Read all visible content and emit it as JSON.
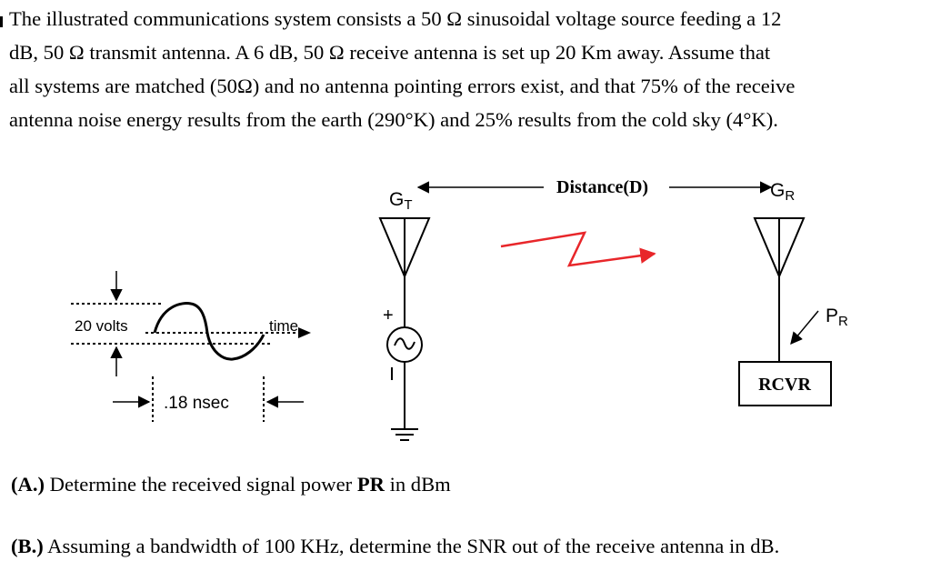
{
  "problem": {
    "lines": [
      "The illustrated communications system consists a 50 Ω sinusoidal voltage source feeding a 12",
      "dB, 50 Ω transmit antenna.  A 6 dB, 50 Ω receive antenna is set up 20 Km away.  Assume that",
      "all systems are matched (50Ω) and no antenna pointing errors exist, and that 75% of the receive",
      "antenna noise energy results from the earth (290°K) and 25% results from the cold sky (4°K)."
    ]
  },
  "figure": {
    "amplitude_label": "20 volts",
    "time_label": "time",
    "period_label": ".18 nsec",
    "gt_main": "G",
    "gt_sub": "T",
    "gr_main": "G",
    "gr_sub": "R",
    "distance_label": "Distance(D)",
    "pr_main": "P",
    "pr_sub": "R",
    "rcvr_label": "RCVR",
    "plus_sign": "+",
    "signal_color": "#e8262a"
  },
  "questions": {
    "a_prefix": "(A.)",
    "a_text_1": " Determine the received signal power ",
    "a_bold": "PR",
    "a_text_2": " in dBm",
    "b_prefix": "(B.)",
    "b_text": " Assuming a bandwidth of 100 KHz, determine the SNR out of the receive antenna in dB."
  }
}
